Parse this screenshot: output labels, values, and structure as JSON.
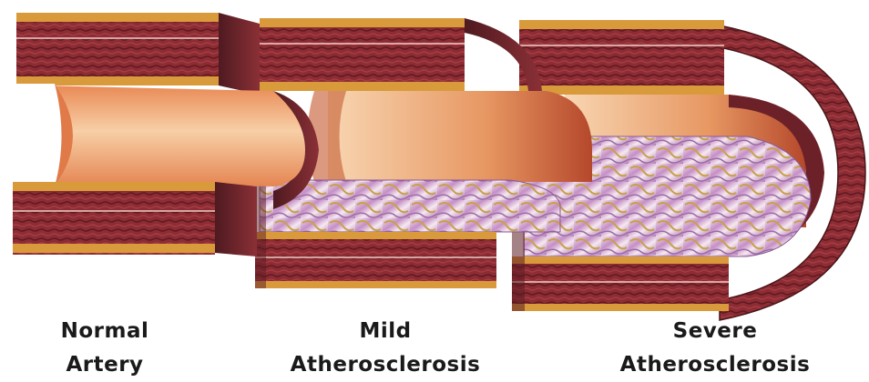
{
  "labels": {
    "normal": {
      "line1": "Normal",
      "line2": "Artery"
    },
    "mild": {
      "line1": "Mild",
      "line2": "Atherosclerosis"
    },
    "severe": {
      "line1": "Severe",
      "line2": "Atherosclerosis"
    }
  },
  "colors": {
    "muscle": "#8e2c33",
    "muscle_dark": "#5e1a22",
    "fat_band": "#d99a3c",
    "lumen_light": "#f6c8a0",
    "lumen_deep": "#c2552e",
    "plaque_purple": "#b07ab8",
    "plaque_white": "#f3e6ef",
    "plaque_gold": "#c9a04c"
  }
}
